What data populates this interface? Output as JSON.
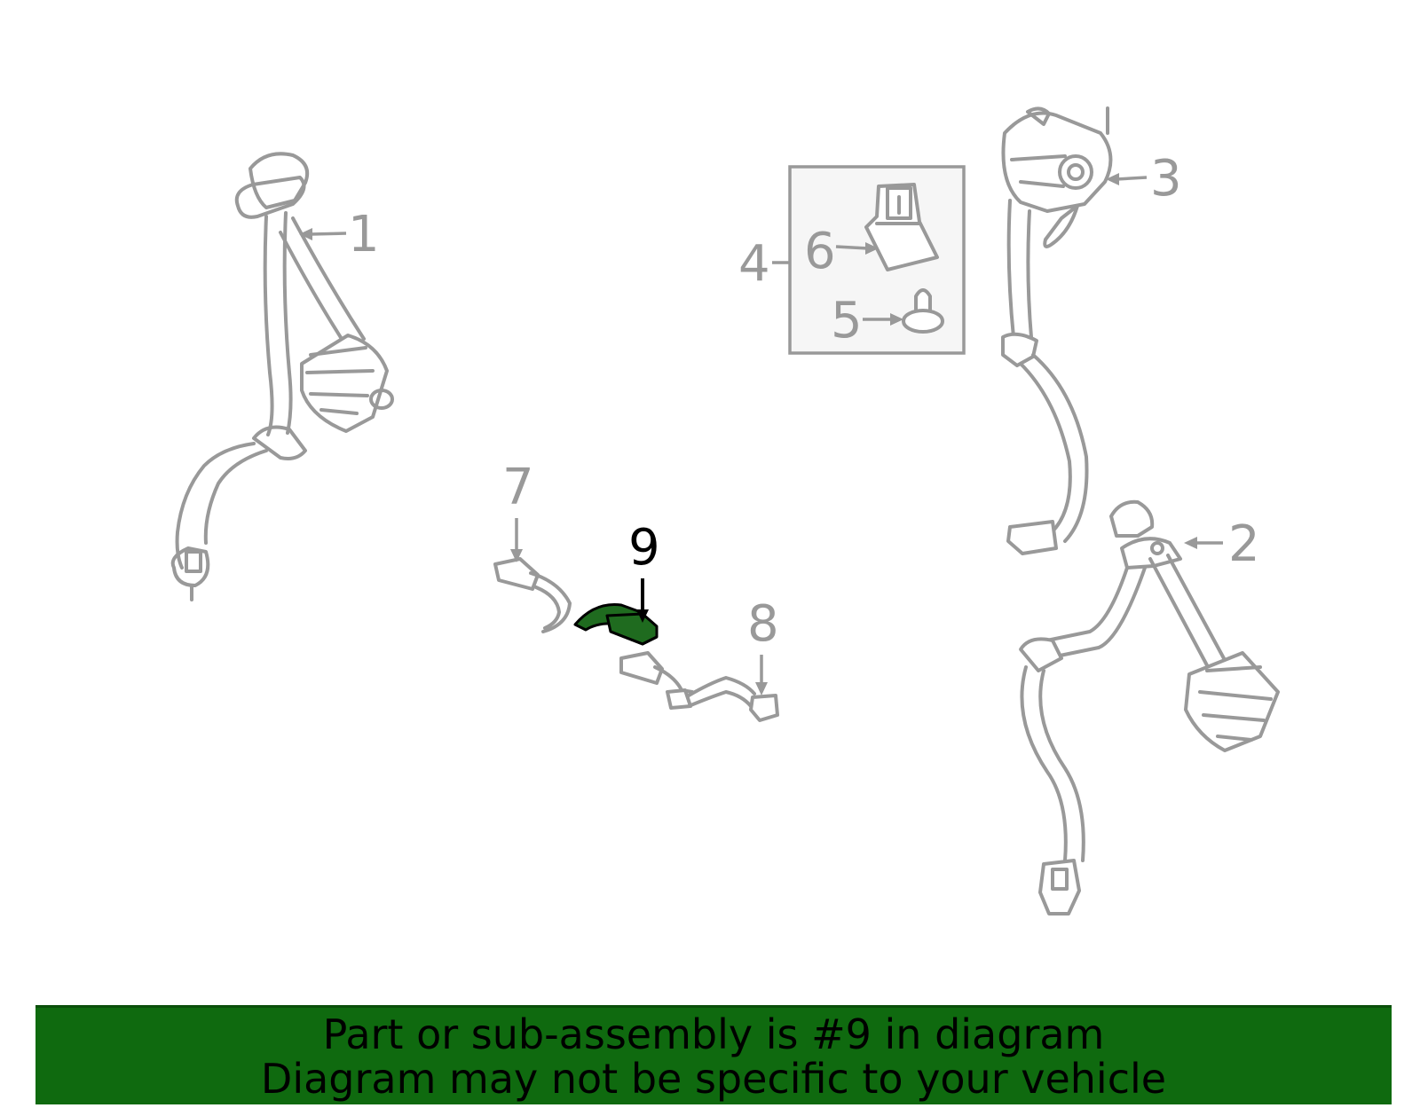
{
  "diagram": {
    "callouts": [
      "1",
      "2",
      "3",
      "4",
      "5",
      "6",
      "7",
      "8",
      "9"
    ],
    "highlighted_callout": "9",
    "highlight_color": "#1f6b1f",
    "part_color": "#999999"
  },
  "banner": {
    "line1": "Part or sub-assembly is #9 in diagram",
    "line2": "Diagram may not be specific to your vehicle",
    "background": "#0f6a0f"
  }
}
